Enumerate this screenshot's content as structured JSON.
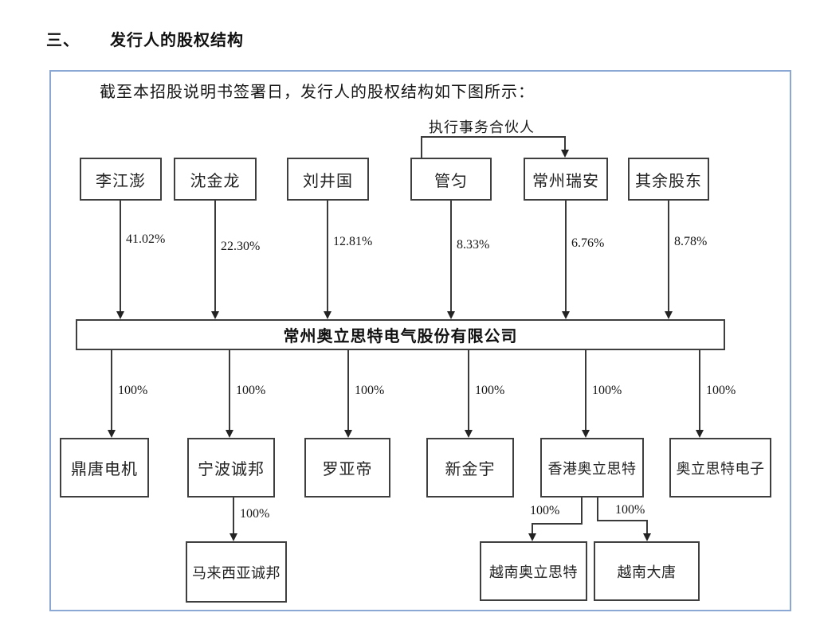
{
  "title": {
    "number": "三、",
    "text": "发行人的股权结构"
  },
  "figure": {
    "intro": "截至本招股说明书签署日，发行人的股权结构如下图所示："
  },
  "diagram": {
    "executive_partner_label": "执行事务合伙人",
    "company": "常州奥立思特电气股份有限公司",
    "shareholders": [
      {
        "name": "李江澎",
        "pct": "41.02%"
      },
      {
        "name": "沈金龙",
        "pct": "22.30%"
      },
      {
        "name": "刘井国",
        "pct": "12.81%"
      },
      {
        "name": "管匀",
        "pct": "8.33%"
      },
      {
        "name": "常州瑞安",
        "pct": "6.76%"
      },
      {
        "name": "其余股东",
        "pct": "8.78%"
      }
    ],
    "subsidiaries": [
      {
        "name": "鼎唐电机",
        "pct": "100%"
      },
      {
        "name": "宁波诚邦",
        "pct": "100%"
      },
      {
        "name": "罗亚帝",
        "pct": "100%"
      },
      {
        "name": "新金宇",
        "pct": "100%"
      },
      {
        "name": "香港奥立思特",
        "pct": "100%"
      },
      {
        "name": "奥立思特电子",
        "pct": "100%"
      }
    ],
    "grandchildren": [
      {
        "parent": "宁波诚邦",
        "name": "马来西亚诚邦",
        "pct": "100%"
      },
      {
        "parent": "香港奥立思特",
        "name": "越南奥立思特",
        "pct": "100%"
      },
      {
        "parent": "香港奥立思特",
        "name": "越南大唐",
        "pct": "100%"
      }
    ],
    "colors": {
      "frame_border": "#8BA7D4",
      "line": "#3a3a3a"
    }
  }
}
